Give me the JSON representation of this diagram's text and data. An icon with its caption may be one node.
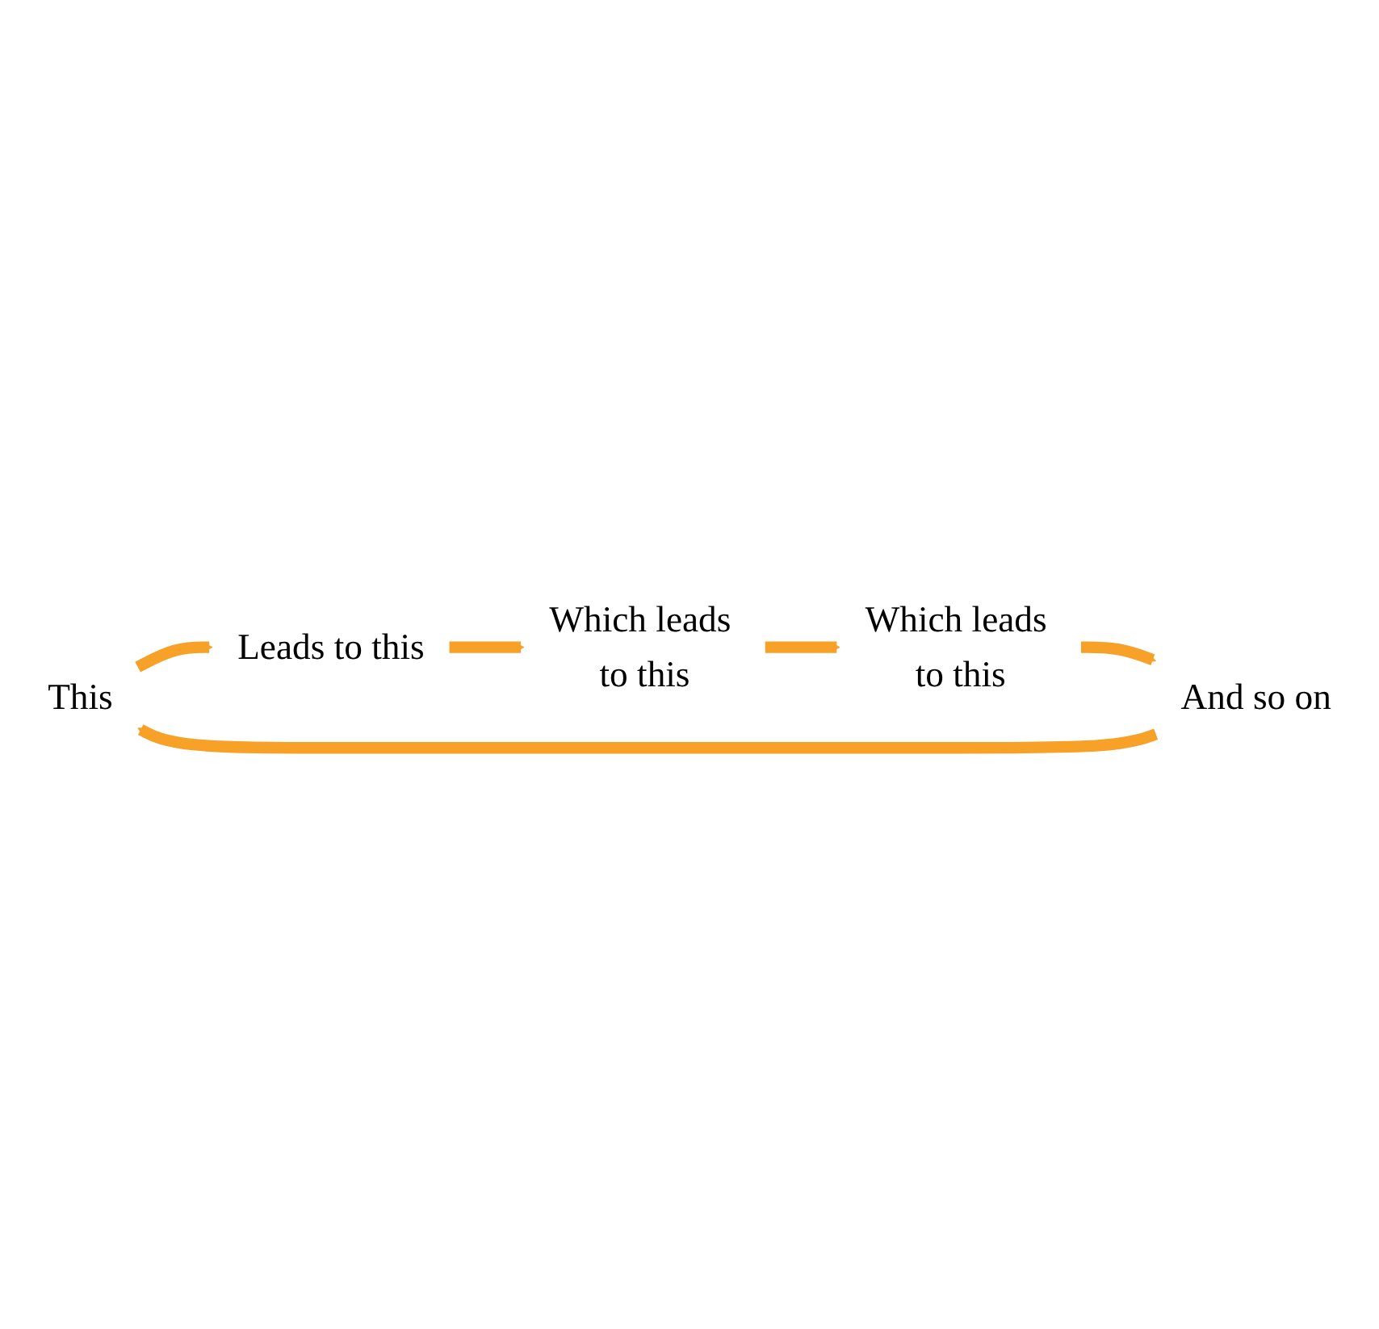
{
  "diagram": {
    "nodes": [
      {
        "text": [
          "This"
        ]
      },
      {
        "text": [
          "Leads to this"
        ]
      },
      {
        "text": [
          "Which leads to this"
        ]
      },
      {
        "text": [
          "Which leads to this"
        ]
      },
      {
        "text": [
          "And so on"
        ]
      }
    ],
    "edges": [
      {
        "from": 0,
        "to": 1,
        "arrow": "to"
      },
      {
        "from": 1,
        "to": 2,
        "arrow": "to"
      },
      {
        "from": 2,
        "to": 3,
        "arrow": "to"
      },
      {
        "from": 3,
        "to": 4,
        "arrow": "to"
      },
      {
        "from": 4,
        "to": 0,
        "arrow": "to"
      }
    ]
  }
}
